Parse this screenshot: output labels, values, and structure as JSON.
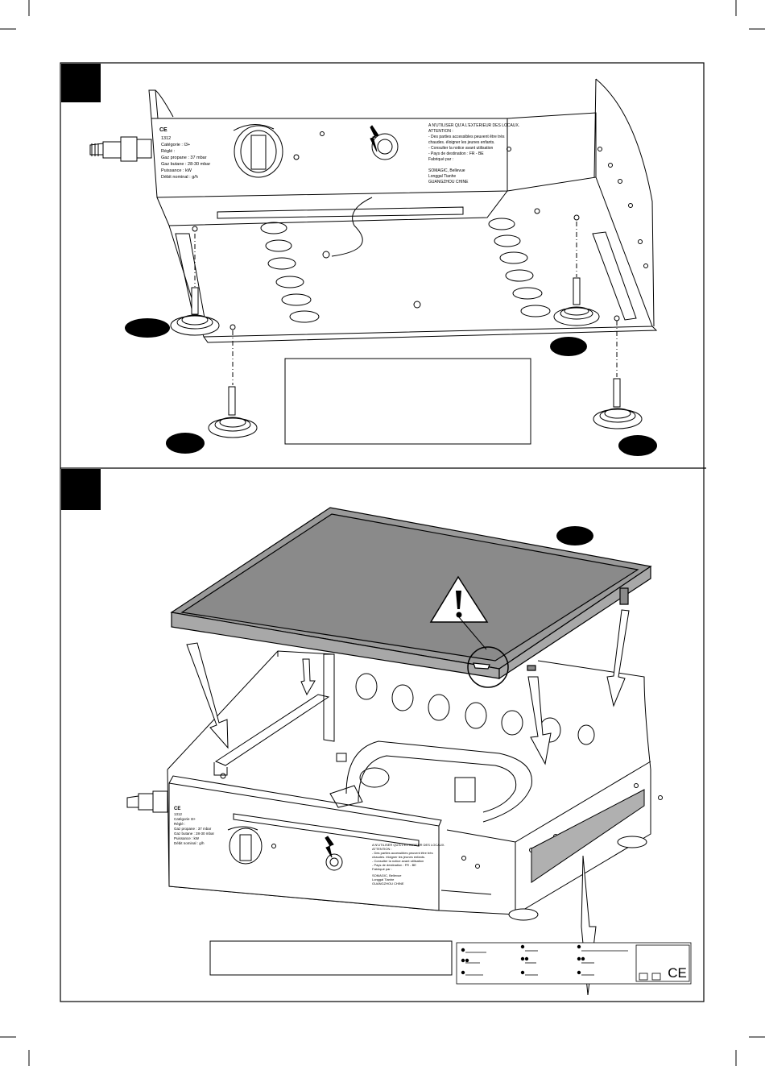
{
  "step_markers": [
    "",
    ""
  ],
  "panel1": {
    "plate": {
      "ce": "CE",
      "code": "1312",
      "lines": [
        "1312",
        "Catégorie : I3+",
        "Réglé :",
        "Gaz propane : 37 mbar",
        "Gaz butane : 28-30 mbar",
        "Puissance : kW",
        "Débit nominal : g/h"
      ]
    },
    "warning_text": [
      "A N'UTILISER QU'A L'EXTERIEUR DES LOCAUX.",
      "ATTENTION :",
      "- Des parties accessibles peuvent être très",
      "chaudes. éloigner les jeunes enfants.",
      "- Consulter la notice avant utilisation",
      "- Pays de destination : FR - BE",
      "Fabriqué par :",
      "",
      "SOMAGIC, Bellevue",
      "Longgal Tianhe",
      "GUANGZHOU CHINE"
    ],
    "caption_box": "",
    "part_labels": [
      "",
      "",
      "",
      ""
    ]
  },
  "panel2": {
    "plate": {
      "ce": "CE",
      "code": "1312",
      "lines": [
        "1312",
        "Catégorie I3+",
        "Réglé :",
        "Gaz propane : 37 mbar",
        "Gaz butane : 28-30 mbar",
        "Puissance : kW",
        "Débit nominal : g/h"
      ]
    },
    "warning_text": [
      "A N'UTILISER QU'A L'EXTERIEUR DES LOCAUX.",
      "ATTENTION :",
      "- Des parties accessibles peuvent être très",
      "chaudes. éloigner les jeunes enfants.",
      "- Consulter la notice avant utilisation",
      "- Pays de destination : FR - BE",
      "Fabriqué par :",
      "SOMAGIC, Bellevue",
      "Longgal Tianhe",
      "GUANGZHOU CHINE"
    ],
    "caption_box": "",
    "part_label": "",
    "rating_label": {
      "ce": "CE"
    }
  },
  "colors": {
    "ink": "#000000",
    "plate_top": "#8a8a8a",
    "plate_frame": "#9a9a9a",
    "label_strip": "#b0b0b0",
    "paper": "#ffffff"
  }
}
